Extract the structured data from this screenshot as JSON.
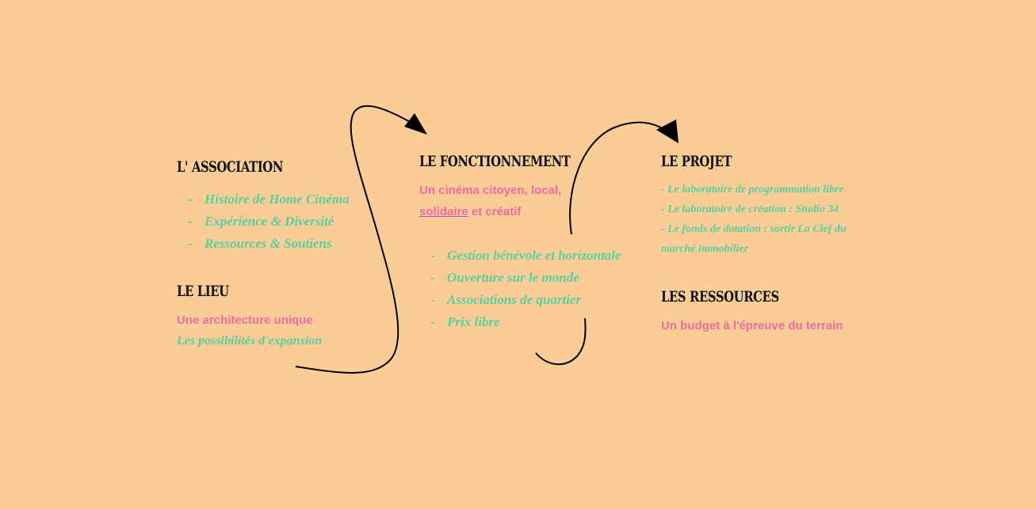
{
  "colors": {
    "background": "#fbcd96",
    "heading": "#111111",
    "accent_pink": "#f06aa4",
    "accent_green": "#58cfa0"
  },
  "association": {
    "title": "L' Association",
    "items": [
      "Histoire de Home Cinéma",
      "Expérience & Diversité",
      "Ressources & Soutiens"
    ]
  },
  "lieu": {
    "title": "Le Lieu",
    "subtitle": "Une architecture unique",
    "link": "Les possibilités d'expansion"
  },
  "fonctionnement": {
    "title": "Le Fonctionnement",
    "tagline_start": "Un cinéma citoyen, local,",
    "tagline_link": "solidaire",
    "tagline_end": " et créatif",
    "items": [
      "Gestion bénévole et horizontale",
      "Ouverture sur le monde",
      "Associations de quartier",
      "Prix libre"
    ]
  },
  "projet": {
    "title": "Le Projet",
    "lines": [
      "- Le laboratoire de programmation libre",
      "- Le laboratoire de création : Studio 34",
      "- Le fonds de dotation : sortir La Clef du marché immobilier"
    ]
  },
  "ressources": {
    "title": "Les Ressources",
    "subtitle": "Un budget à l'épreuve du terrain"
  }
}
